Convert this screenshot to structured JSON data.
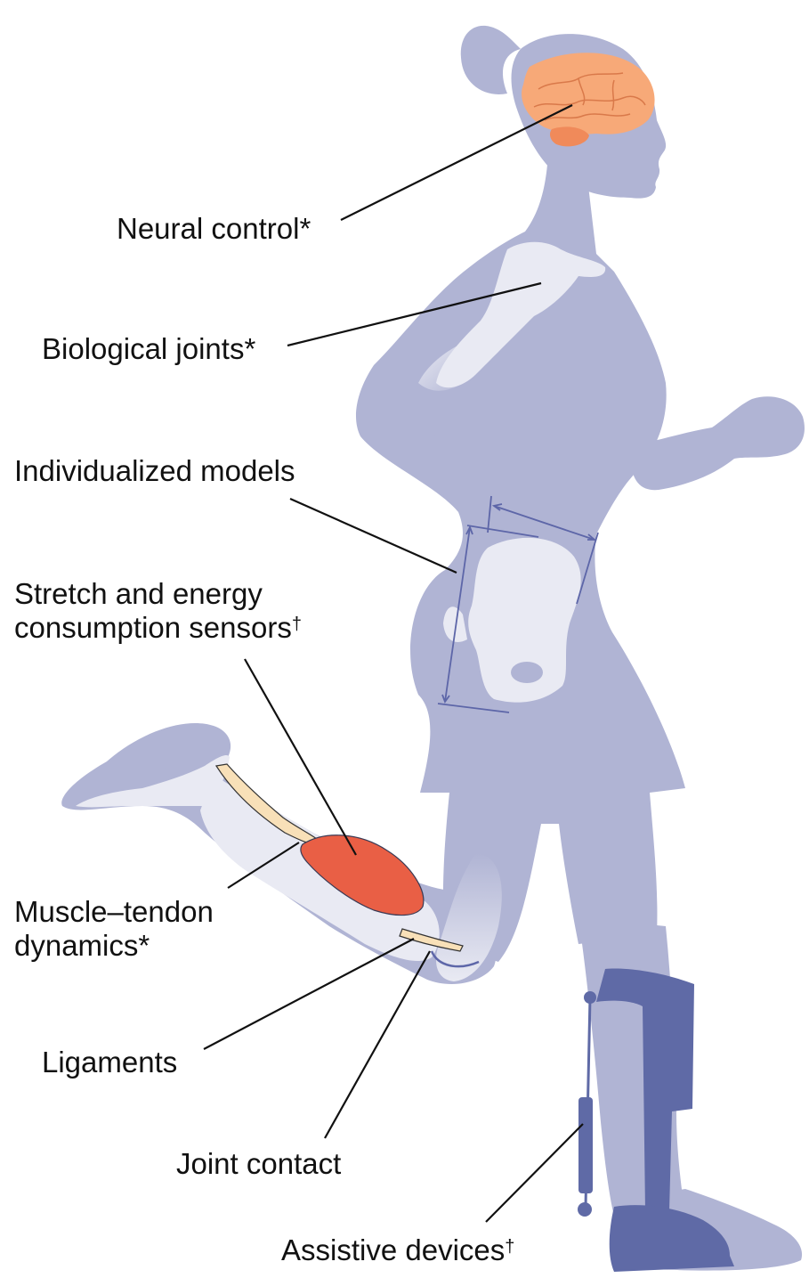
{
  "labels": {
    "neural_control": {
      "text": "Neural control",
      "mark": "*"
    },
    "biological_joints": {
      "text": "Biological joints",
      "mark": "*"
    },
    "individualized_models": {
      "text": "Individualized models"
    },
    "stretch_sensors": {
      "line1": "Stretch and energy",
      "line2": "consumption sensors",
      "mark": "†"
    },
    "muscle_tendon": {
      "line1": "Muscle–tendon",
      "line2": "dynamics",
      "mark": "*"
    },
    "ligaments": {
      "text": "Ligaments"
    },
    "joint_contact": {
      "text": "Joint contact"
    },
    "assistive_devices": {
      "text": "Assistive devices",
      "mark": "†"
    }
  },
  "colors": {
    "body": "#b0b4d4",
    "bone": "#e9eaf3",
    "brain": "#f7a978",
    "cerebellum": "#f08a5a",
    "muscle": "#e95f45",
    "tendon": "#f8e0b8",
    "device": "#5f6aa6",
    "measure": "#5d66a8",
    "leader": "#111111"
  },
  "icons": [
    "runner-silhouette",
    "brain-icon",
    "shoulder-bone-icon",
    "pelvis-bone-icon",
    "leg-bones-icon",
    "calf-muscle-icon",
    "ankle-orthosis-icon"
  ]
}
